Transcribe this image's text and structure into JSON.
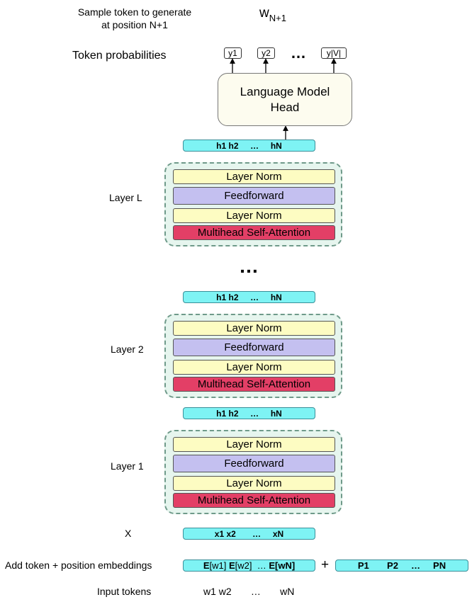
{
  "top": {
    "sample_line1": "Sample token to generate",
    "sample_line2": "at position N+1",
    "w_main": "w",
    "w_sub": "N+1",
    "token_probabilities": "Token probabilities",
    "y_outputs": [
      "y1",
      "y2",
      "y|V|"
    ],
    "y_ellipsis": "…"
  },
  "head": {
    "line1": "Language Model",
    "line2": "Head"
  },
  "hidden_bar": "h1 h2     …     hN",
  "layers": [
    {
      "label": "Layer  L",
      "blocks": [
        "Layer Norm",
        "Feedforward",
        "Layer Norm",
        "Multihead Self-Attention"
      ]
    },
    {
      "label": "Layer 2",
      "blocks": [
        "Layer Norm",
        "Feedforward",
        "Layer Norm",
        "Multihead Self-Attention"
      ]
    },
    {
      "label": "Layer 1",
      "blocks": [
        "Layer Norm",
        "Feedforward",
        "Layer Norm",
        "Multihead Self-Attention"
      ]
    }
  ],
  "middle_ellipsis": "…",
  "input": {
    "x_label": "X",
    "x_bar": "x1 x2       …     xN",
    "embed_label": "Add token + position embeddings",
    "embed_E1": "E",
    "embed_w1": "[w1] ",
    "embed_E2": "E",
    "embed_w2": "[w2]  … ",
    "embed_E3": "E[wN]",
    "plus": "+",
    "pos_bar": "P1       P2     …     PN",
    "tokens_label": "Input tokens",
    "tokens": "w1 w2       …       wN"
  },
  "colors": {
    "layer_norm": "#fdfcc2",
    "feedforward": "#c4c0f0",
    "attention": "#e33f66",
    "hidden_bar": "#7ef3f4",
    "layer_bg": "#e6f5ee"
  }
}
